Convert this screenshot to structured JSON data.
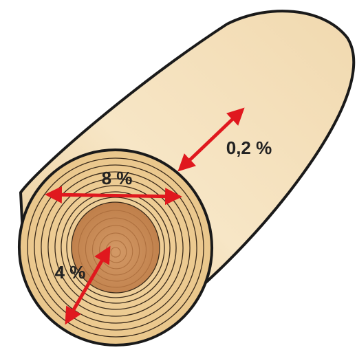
{
  "labels": {
    "tangential": "8 %",
    "radial": "4 %",
    "longitudinal": "0,2 %"
  },
  "colors": {
    "arrow": "#e0181e",
    "bark_outline": "#1a1a1a",
    "sapwood": "#efcf98",
    "heartwood": "#c98a55",
    "rings": "#3a2a1a",
    "side_light": "#f6e4c3",
    "side_shadow": "#e6c898"
  }
}
